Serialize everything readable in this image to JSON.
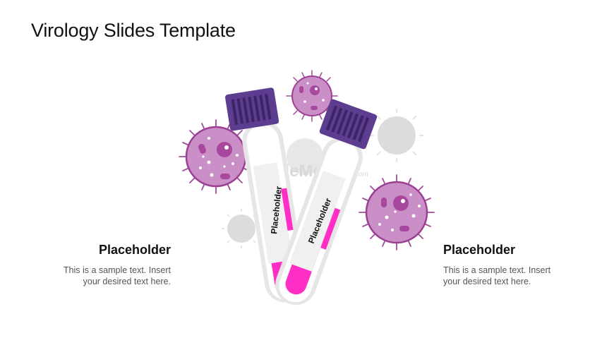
{
  "slide": {
    "title": "Virology Slides Template",
    "watermark": "SlideModel",
    "watermark_suffix": ".com"
  },
  "left_block": {
    "heading": "Placeholder",
    "body_line1": "This is a sample text. Insert",
    "body_line2": "your desired text here."
  },
  "right_block": {
    "heading": "Placeholder",
    "body_line1": "This is a sample text. Insert",
    "body_line2": "your desired text here."
  },
  "tubes": [
    {
      "label": "Placeholder"
    },
    {
      "label": "Placeholder"
    }
  ],
  "colors": {
    "cap": "#5c3d8f",
    "cap_stripe": "#3d2466",
    "liquid": "#ff2ec4",
    "virus_fill": "#c98fc6",
    "virus_stroke": "#9c3f93",
    "virus_spikes": "#a14b98",
    "virus_nucleus": "#a8479e",
    "gray_virus": "#dcdcdc"
  }
}
